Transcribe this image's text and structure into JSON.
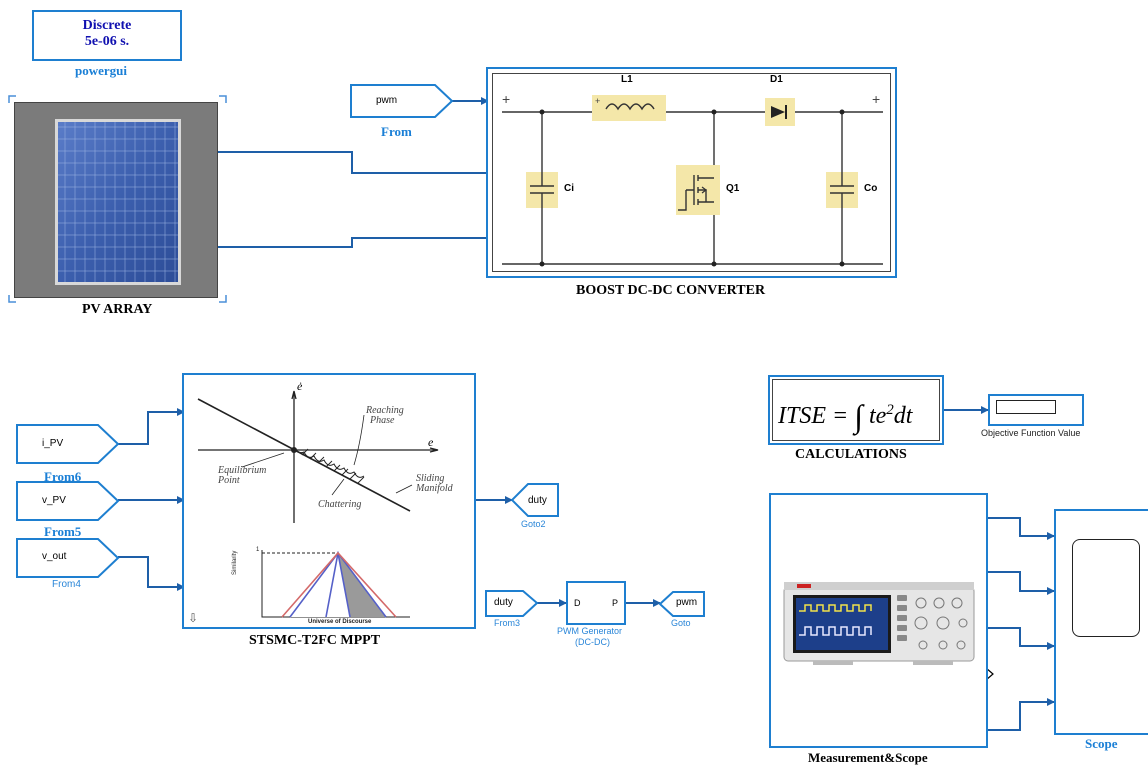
{
  "powergui": {
    "line1": "Discrete",
    "line2": "5e-06 s.",
    "label": "powergui"
  },
  "pv_array": {
    "label": "PV ARRAY"
  },
  "boost": {
    "label": "BOOST DC-DC CONVERTER",
    "from_tag": "pwm",
    "from_label": "From",
    "inductor": "L1",
    "diode": "D1",
    "cap_in": "Ci",
    "cap_out": "Co",
    "switch": "Q1",
    "plus": "+"
  },
  "mppt": {
    "label": "STSMC-T2FC MPPT",
    "inputs": [
      {
        "tag": "i_PV",
        "label": "From6"
      },
      {
        "tag": "v_PV",
        "label": "From5"
      },
      {
        "tag": "v_out",
        "label": "From4"
      }
    ],
    "output_tag": "duty",
    "output_label": "Goto2",
    "smc_axis_e_dot": "ė",
    "smc_axis_e": "e",
    "smc_reaching_1": "Reaching",
    "smc_reaching_2": "Phase",
    "smc_equil_1": "Equilibrium",
    "smc_equil_2": "Point",
    "smc_sliding_1": "Sliding",
    "smc_sliding_2": "Manifold",
    "smc_chattering": "Chattering",
    "fuzzy_ylabel": "Similarity",
    "fuzzy_xlabel": "Universe of Discourse",
    "fuzzy_tick": "1"
  },
  "pwm_gen": {
    "from_tag": "duty",
    "from_label": "From3",
    "port_in": "D",
    "port_out": "P",
    "label_1": "PWM Generator",
    "label_2": "(DC-DC)",
    "goto_tag": "pwm",
    "goto_label": "Goto"
  },
  "calc": {
    "formula_lhs": "ITSE = ",
    "formula_rhs": "te",
    "formula_exp": "2",
    "formula_dt": "dt",
    "label": "CALCULATIONS",
    "display_label": "Objective Function Value"
  },
  "measure": {
    "label": "Measurement&Scope"
  },
  "scope": {
    "label": "Scope"
  }
}
